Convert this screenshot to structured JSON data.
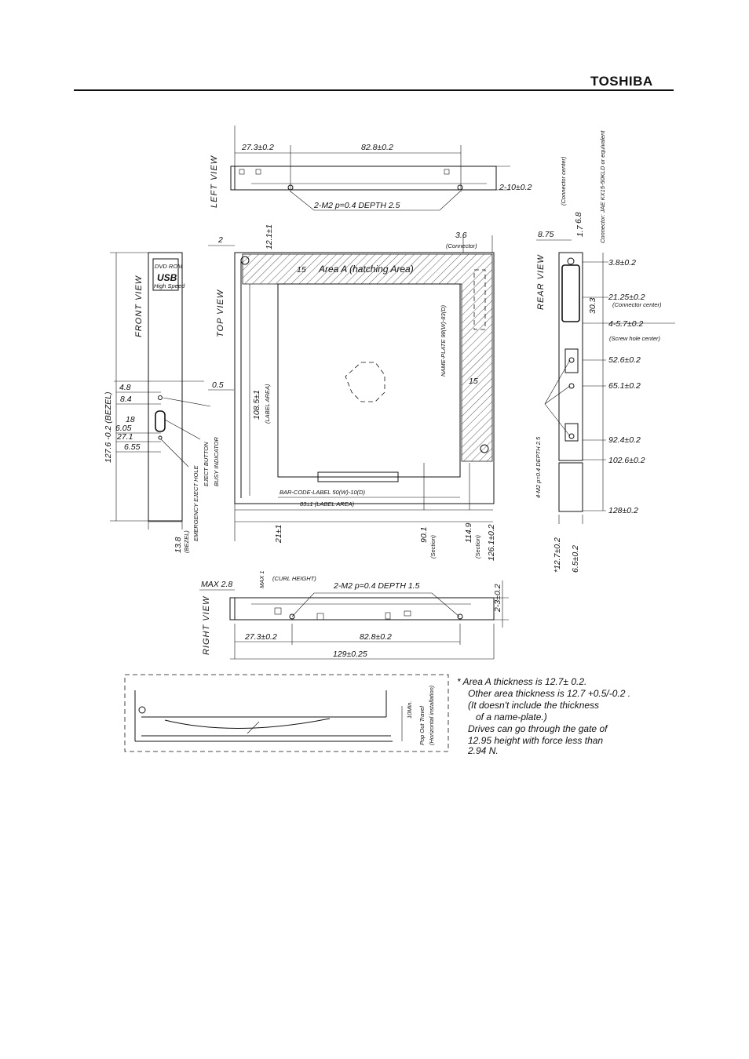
{
  "header": {
    "brand": "TOSHIBA"
  },
  "views": {
    "left": "LEFT VIEW",
    "top": "TOP VIEW",
    "front": "FRONT VIEW",
    "rear": "REAR VIEW",
    "right": "RIGHT VIEW"
  },
  "dims": {
    "left_273": "27.3±0.2",
    "left_828": "82.8±0.2",
    "left_210": "2-10±0.2",
    "left_m2": "2-M2 p=0.4 DEPTH 2.5",
    "top_2": "2",
    "top_121": "12.1±1",
    "top_36": "3.6",
    "top_conn": "(Connector)",
    "top_15a": "15",
    "top_areaA": "Area A (hatching Area)",
    "top_1085": "108.5±1",
    "top_label_area": "(LABEL AREA)",
    "top_nameplate": "NAME-PLATE 98(W)-83(D)",
    "top_15b": "15",
    "top_05": "0.5",
    "top_barcode": "BAR-CODE-LABEL 50(W)-10(D)",
    "top_83": "83±1 (LABEL AREA)",
    "top_21": "21±1",
    "top_901": "90.1",
    "top_1149": "114.9",
    "top_section": "(Section)",
    "top_1261": "126.1±0.2",
    "front_bezel": "127.6 -0.2 (BEZEL)",
    "front_48": "4.8",
    "front_84": "8.4",
    "front_18": "18",
    "front_605": "6.05",
    "front_271": "27.1",
    "front_655": "6.55",
    "front_138": "13.8",
    "front_bezel2": "(BEZEL)",
    "front_emerg": "EMERGENCY EJECT HOLE",
    "front_eject": "EJECT BUTTON",
    "front_busy": "BUSY INDICATOR",
    "rear_875": "8.75",
    "rear_68": "6.8",
    "rear_17": "1.7",
    "rear_conn_center": "(Connector center)",
    "rear_conn_jae": "Connector: JAE KX15-50KLD or equivalent",
    "rear_38": "3.8±0.2",
    "rear_2125": "21.25±0.2",
    "rear_conn_center2": "(Connector center)",
    "rear_303": "30.3",
    "rear_457": "4-5.7±0.2",
    "rear_screw": "(Screw hole center)",
    "rear_526": "52.6±0.2",
    "rear_651": "65.1±0.2",
    "rear_m2": "4-M2 p=0.4 DEPTH 2.5",
    "rear_924": "92.4±0.2",
    "rear_1026": "102.6±0.2",
    "rear_128": "128±0.2",
    "rear_127": "*12.7±0.2",
    "rear_65": "6.5±0.2",
    "right_max28": "MAX 2.8",
    "right_max1": "MAX 1",
    "right_curl": "(CURL HEIGHT)",
    "right_m2": "2-M2 p=0.4 DEPTH 1.5",
    "right_23": "2-3±0.2",
    "right_273": "27.3±0.2",
    "right_828": "82.8±0.2",
    "right_129": "129±0.25",
    "popout_10": "10Min.",
    "popout_travel": "Pop Out Travel",
    "popout_install": "(Horizontal installation)"
  },
  "notes": [
    "* Area A thickness is 12.7± 0.2.",
    "Other area thickness is 12.7 +0.5/-0.2 .",
    "(It doesn't include the thickness",
    "of a name-plate.)",
    "Drives can go through the gate of",
    "12.95 height with force less than",
    "2.94 N."
  ],
  "logo": {
    "lines": [
      "DVD ROM",
      "USB",
      "High Speed"
    ]
  }
}
